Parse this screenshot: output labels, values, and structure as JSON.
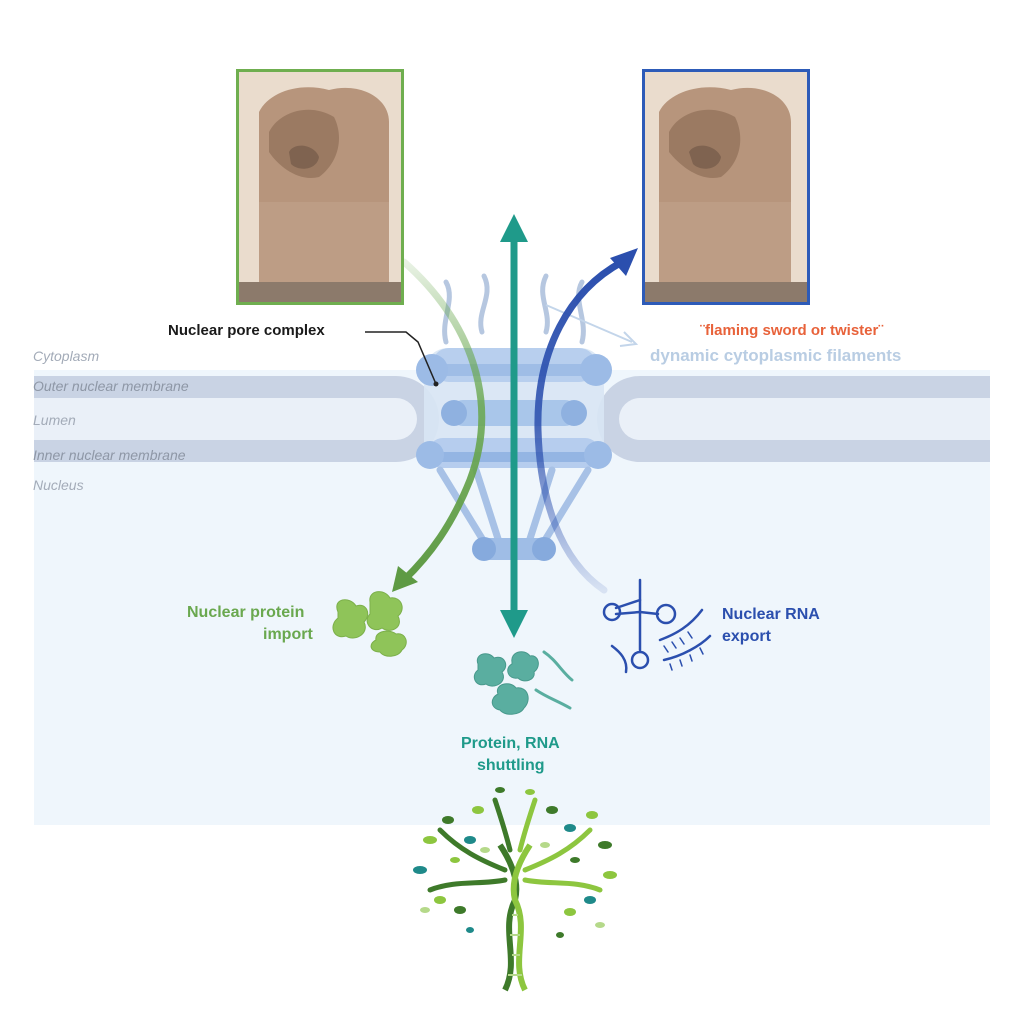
{
  "labels": {
    "npc": "Nuclear pore complex",
    "flaming": "¨flaming sword or twister¨",
    "dynamic": "dynamic cytoplasmic filaments",
    "cytoplasm": "Cytoplasm",
    "outer": "Outer nuclear membrane",
    "lumen": "Lumen",
    "inner": "Inner nuclear membrane",
    "nucleus": "Nucleus",
    "import_1": "Nuclear protein",
    "import_2": "import",
    "shuttle_1": "Protein, RNA",
    "shuttle_2": "shuttling",
    "export_1": "Nuclear RNA",
    "export_2": "export"
  },
  "colors": {
    "green": "#6aa84f",
    "teal": "#1f9a8a",
    "blue": "#2b4fae",
    "orange": "#e8623a",
    "lightblue": "#b9cde3",
    "membrane": "#c9d3e4",
    "nucleus_bg": "#eff6fc",
    "photo_green_border": "#6fae4f",
    "photo_blue_border": "#2d5bb8"
  }
}
